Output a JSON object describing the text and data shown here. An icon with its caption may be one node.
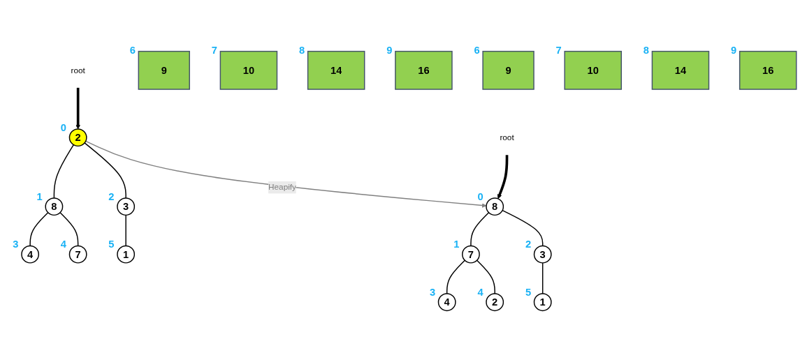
{
  "diagram": {
    "nodes": [
      {
        "text": [
          "root"
        ]
      },
      {
        "text": [
          "2"
        ],
        "beside": [
          "0"
        ]
      },
      {
        "text": [
          "8"
        ],
        "beside": [
          "1"
        ]
      },
      {
        "text": [
          "3"
        ],
        "beside": [
          "2"
        ]
      },
      {
        "text": [
          "4"
        ],
        "beside": [
          "3"
        ]
      },
      {
        "text": [
          "7"
        ],
        "beside": [
          "4"
        ]
      },
      {
        "text": [
          "1"
        ],
        "beside": [
          "5"
        ]
      },
      {
        "text": [
          "9"
        ],
        "beside": [
          "6"
        ]
      },
      {
        "text": [
          "10"
        ],
        "beside": [
          "7"
        ]
      },
      {
        "text": [
          "14"
        ],
        "beside": [
          "8"
        ]
      },
      {
        "text": [
          "16"
        ],
        "beside": [
          "9"
        ]
      },
      {
        "text": [
          "root"
        ]
      },
      {
        "text": [
          "8"
        ],
        "beside": [
          "0"
        ]
      },
      {
        "text": [
          "7"
        ],
        "beside": [
          "1"
        ]
      },
      {
        "text": [
          "3"
        ],
        "beside": [
          "2"
        ]
      },
      {
        "text": [
          "4"
        ],
        "beside": [
          "3"
        ]
      },
      {
        "text": [
          "2"
        ],
        "beside": [
          "4"
        ]
      },
      {
        "text": [
          "1"
        ],
        "beside": [
          "5"
        ]
      },
      {
        "text": [
          "9"
        ],
        "beside": [
          "6"
        ]
      },
      {
        "text": [
          "10"
        ],
        "beside": [
          "7"
        ]
      },
      {
        "text": [
          "14"
        ],
        "beside": [
          "8"
        ]
      },
      {
        "text": [
          "16"
        ],
        "beside": [
          "9"
        ]
      }
    ],
    "edges": [
      {
        "from": 0,
        "to": 1,
        "arrow": "to",
        "style": "thick"
      },
      {
        "from": 1,
        "to": 2,
        "arrow": "none"
      },
      {
        "from": 1,
        "to": 3,
        "arrow": "none"
      },
      {
        "from": 2,
        "to": 4,
        "arrow": "none"
      },
      {
        "from": 2,
        "to": 5,
        "arrow": "none"
      },
      {
        "from": 3,
        "to": 6,
        "arrow": "none"
      },
      {
        "from": 1,
        "to": 12,
        "arrow": "to",
        "label": "Heapify",
        "color": "#808080"
      },
      {
        "from": 11,
        "to": 12,
        "arrow": "to",
        "style": "thick"
      },
      {
        "from": 12,
        "to": 13,
        "arrow": "none"
      },
      {
        "from": 12,
        "to": 14,
        "arrow": "none"
      },
      {
        "from": 13,
        "to": 15,
        "arrow": "none"
      },
      {
        "from": 13,
        "to": 16,
        "arrow": "none"
      },
      {
        "from": 14,
        "to": 17,
        "arrow": "none"
      }
    ]
  }
}
